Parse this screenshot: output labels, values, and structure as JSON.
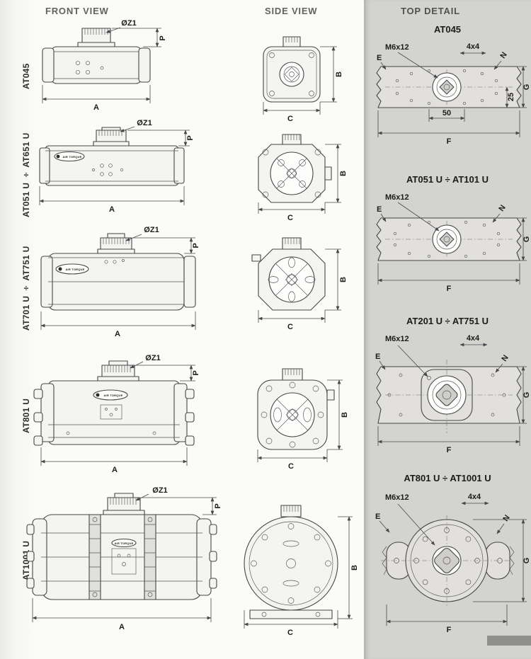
{
  "page": {
    "headers": {
      "front": "FRONT VIEW",
      "side": "SIDE VIEW",
      "top": "TOP DETAIL"
    }
  },
  "brand": "AIR TORQUE",
  "dims": {
    "z1": "ØZ1",
    "p": "P",
    "a": "A",
    "b": "B",
    "c": "C"
  },
  "rows": [
    {
      "model": "AT045"
    },
    {
      "model": "AT051 U ÷ AT651 U"
    },
    {
      "model": "AT701 U ÷ AT751 U"
    },
    {
      "model": "AT801 U"
    },
    {
      "model": "AT1001 U"
    }
  ],
  "top_details": [
    {
      "title": "AT045",
      "m": "M6x12",
      "grid": "4x4",
      "e": "E",
      "n": "N",
      "g": "G",
      "f": "F",
      "d25": "25",
      "d50": "50"
    },
    {
      "title": "AT051 U ÷ AT101 U",
      "m": "M6x12",
      "e": "E",
      "n": "N",
      "g": "G",
      "f": "F"
    },
    {
      "title": "AT201 U ÷ AT751 U",
      "m": "M6x12",
      "grid": "4x4",
      "e": "E",
      "n": "N",
      "g": "G",
      "f": "F"
    },
    {
      "title": "AT801 U ÷ AT1001 U",
      "m": "M6x12",
      "grid": "4x4",
      "e": "E",
      "n": "N",
      "g": "G",
      "f": "F"
    }
  ]
}
